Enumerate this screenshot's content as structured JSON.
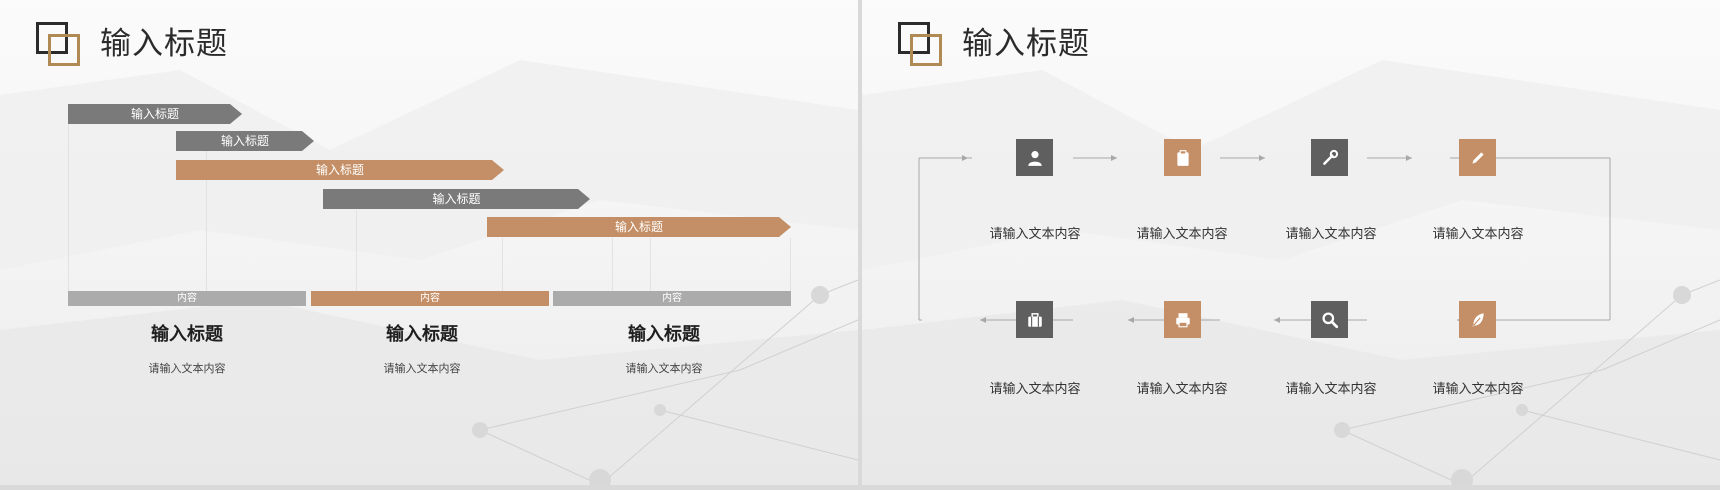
{
  "left_slide": {
    "title": "输入标题",
    "gantt_bars": [
      {
        "label": "输入标题",
        "color": "gray"
      },
      {
        "label": "输入标题",
        "color": "gray"
      },
      {
        "label": "输入标题",
        "color": "tan"
      },
      {
        "label": "输入标题",
        "color": "gray"
      },
      {
        "label": "输入标题",
        "color": "tan"
      }
    ],
    "columns": [
      {
        "bar_label": "内容",
        "heading": "输入标题",
        "text": "请输入文本内容",
        "color": "gray"
      },
      {
        "bar_label": "内容",
        "heading": "输入标题",
        "text": "请输入文本内容",
        "color": "tan"
      },
      {
        "bar_label": "内容",
        "heading": "输入标题",
        "text": "请输入文本内容",
        "color": "gray"
      }
    ]
  },
  "right_slide": {
    "title": "输入标题",
    "steps_top": [
      {
        "icon": "user-icon",
        "text": "请输入文本内容",
        "color": "dark"
      },
      {
        "icon": "clipboard-icon",
        "text": "请输入文本内容",
        "color": "tan"
      },
      {
        "icon": "wrench-icon",
        "text": "请输入文本内容",
        "color": "dark"
      },
      {
        "icon": "pencil-icon",
        "text": "请输入文本内容",
        "color": "tan"
      }
    ],
    "steps_bottom": [
      {
        "icon": "briefcase-icon",
        "text": "请输入文本内容",
        "color": "dark"
      },
      {
        "icon": "printer-icon",
        "text": "请输入文本内容",
        "color": "tan"
      },
      {
        "icon": "search-icon",
        "text": "请输入文本内容",
        "color": "dark"
      },
      {
        "icon": "feather-icon",
        "text": "请输入文本内容",
        "color": "tan"
      }
    ]
  },
  "colors": {
    "gray": "#7a7a7a",
    "tan": "#c48f66",
    "dark": "#5f5f5f",
    "light_gray": "#ababab"
  }
}
